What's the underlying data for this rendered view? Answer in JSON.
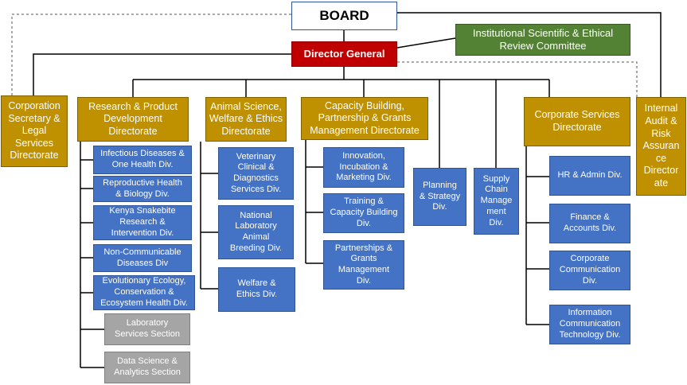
{
  "board": "BOARD",
  "director_general": "Director General",
  "ethics_committee": "Institutional Scientific & Ethical\nReview Committee",
  "corp_secretary": "Corporation\nSecretary &\nLegal\nServices\nDirectorate",
  "internal_audit": "Internal\nAudit &\nRisk\nAssuran\nce\nDirector\nate",
  "research": {
    "title": "Research & Product\nDevelopment\nDirectorate",
    "divisions": [
      "Infectious Diseases &\nOne Health Div.",
      "Reproductive Health\n& Biology Div.",
      "Kenya Snakebite\nResearch &\nIntervention Div.",
      "Non-Communicable\nDiseases Div",
      "Evolutionary Ecology,\nConservation &\nEcosystem Health Div."
    ],
    "sections": [
      "Laboratory\nServices Section",
      "Data Science &\nAnalytics Section"
    ]
  },
  "animal": {
    "title": "Animal Science,\nWelfare & Ethics\nDirectorate",
    "divisions": [
      "Veterinary\nClinical &\nDiagnostics\nServices Div.",
      "National\nLaboratory\nAnimal\nBreeding Div.",
      "Welfare &\nEthics Div."
    ]
  },
  "capacity": {
    "title": "Capacity Building,\nPartnership & Grants\nManagement Directorate",
    "divisions": [
      "Innovation,\nIncubation &\nMarketing Div.",
      "Training &\nCapacity Building\nDiv.",
      "Partnerships &\nGrants\nManagement\nDiv."
    ]
  },
  "planning": "Planning\n& Strategy\nDiv.",
  "supply": "Supply\nChain\nManage\nment\nDiv.",
  "corporate": {
    "title": "Corporate Services\nDirectorate",
    "divisions": [
      "HR & Admin Div.",
      "Finance &\nAccounts Div.",
      "Corporate\nCommunication\nDiv.",
      "Information\nCommunication\nTechnology Div."
    ]
  }
}
